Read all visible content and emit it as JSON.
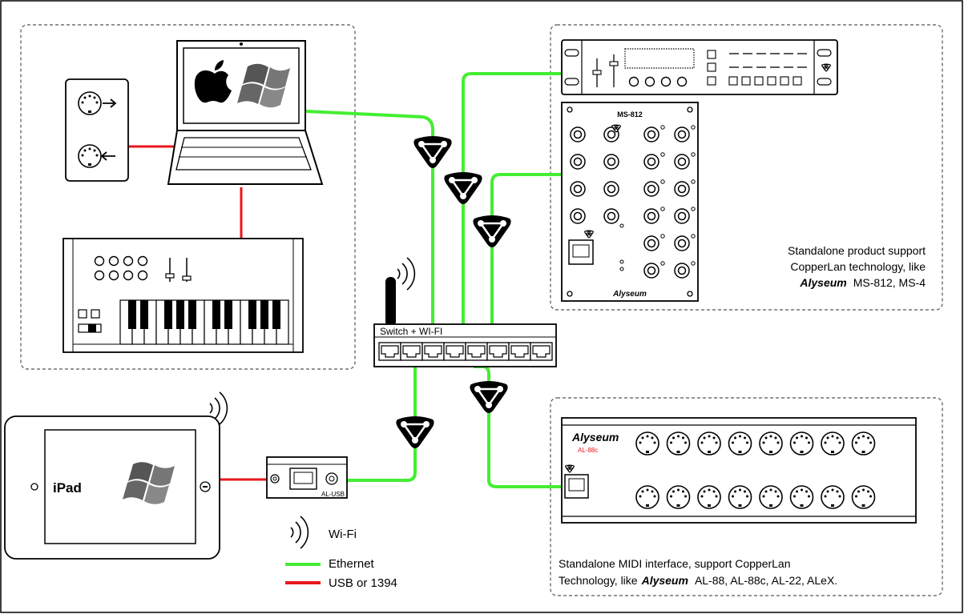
{
  "devices": {
    "switch_label": "Switch + WI-FI",
    "ipad_label": "iPad",
    "alusb_label": "AL-USB",
    "ms812_title": "MS-812",
    "ms812_brand": "Alyseum",
    "al88c_brand": "Alyseum",
    "al88c_model": "AL-88c"
  },
  "captions": {
    "standalone_product": {
      "line1": "Standalone product support",
      "line2": "CopperLan technology, like",
      "line3_brand": "Alyseum",
      "line3_rest": "MS-812, MS-4"
    },
    "standalone_midi": {
      "line1": "Standalone MIDI interface, support CopperLan",
      "line2_pre": "Technology, like",
      "line2_brand": "Alyseum",
      "line2_rest": "AL-88, AL-88c, AL-22, ALeX."
    }
  },
  "legend": {
    "wifi": "Wi-Fi",
    "ethernet": "Ethernet",
    "usb": "USB or 1394"
  },
  "colors": {
    "ethernet": "#44ee33",
    "usb": "#e8161e",
    "outline": "#000000",
    "box_border": "#555555"
  },
  "icons": [
    "apple-logo-icon",
    "windows-logo-icon",
    "copperlan-icon",
    "wifi-icon",
    "midi-din-icon",
    "ethernet-port-icon"
  ]
}
